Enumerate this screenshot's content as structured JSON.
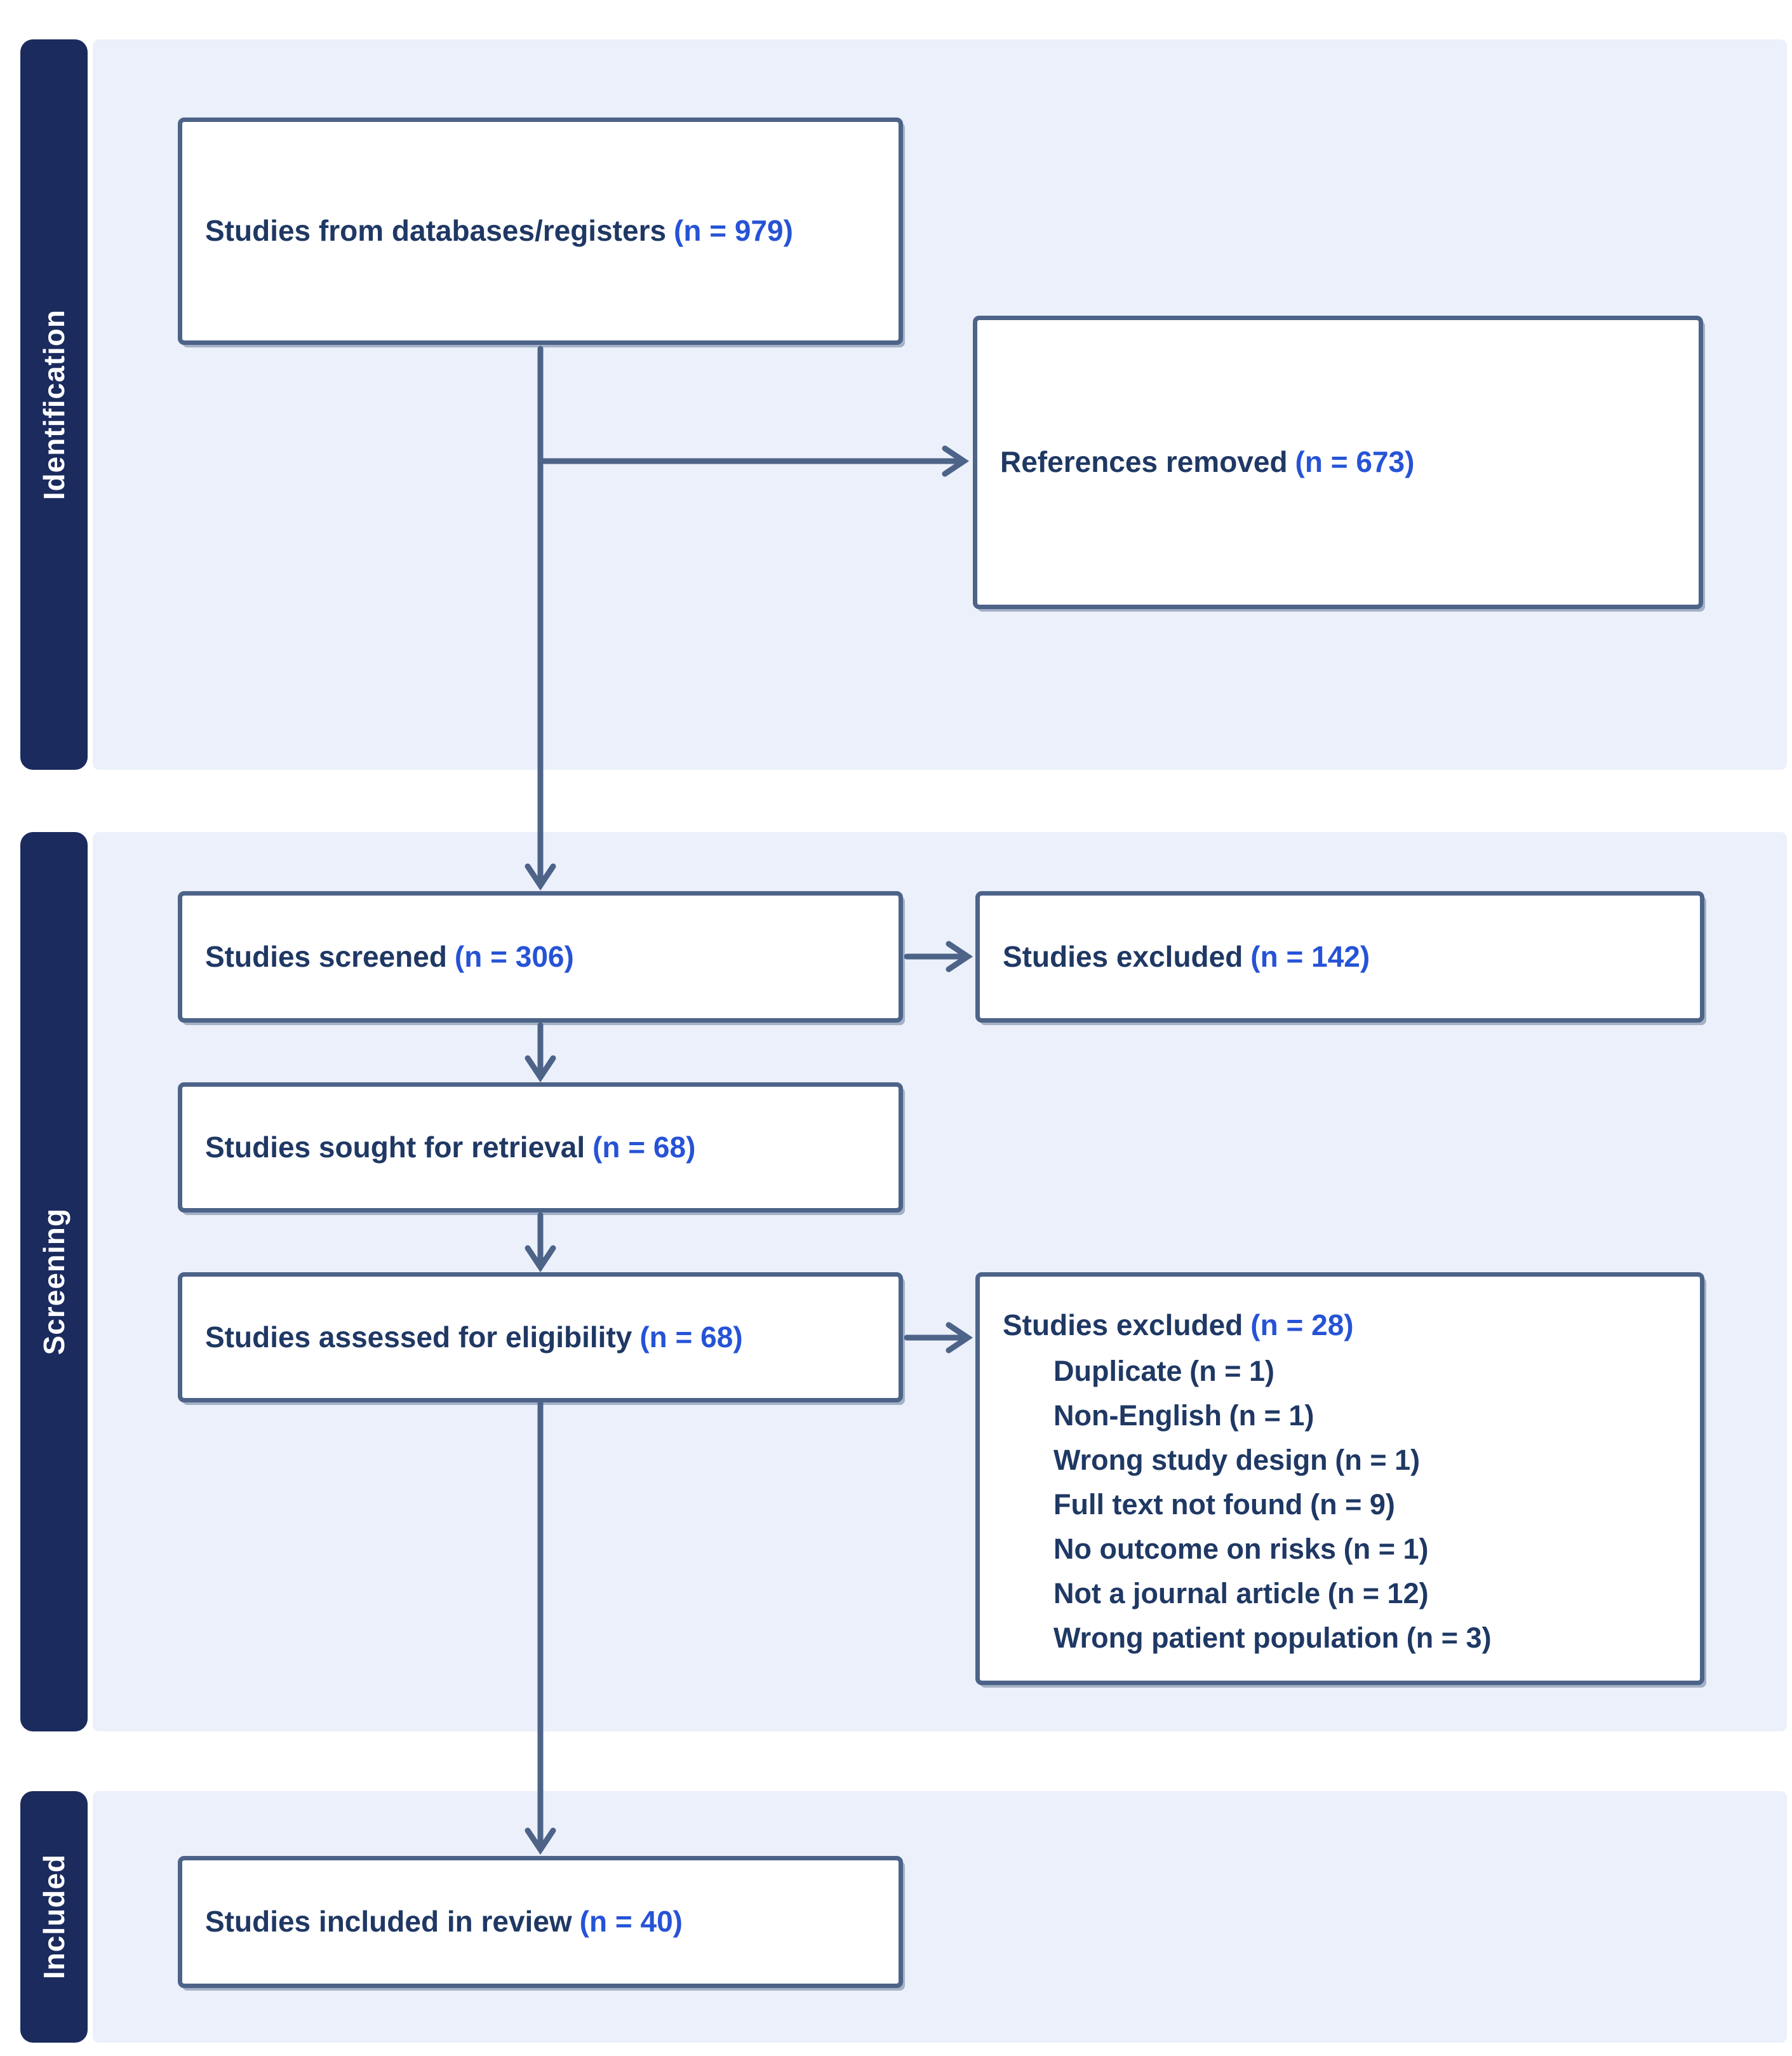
{
  "sections": [
    {
      "label": "Identification"
    },
    {
      "label": "Screening"
    },
    {
      "label": "Included"
    }
  ],
  "boxes": {
    "databases": {
      "label": "Studies from databases/registers",
      "count": "(n = 979)"
    },
    "references_removed": {
      "label": "References removed",
      "count": "(n = 673)"
    },
    "screened": {
      "label": "Studies screened",
      "count": "(n = 306)"
    },
    "excluded_screened": {
      "label": "Studies excluded",
      "count": "(n = 142)"
    },
    "sought": {
      "label": "Studies sought for retrieval",
      "count": "(n = 68)"
    },
    "assessed": {
      "label": "Studies assessed for eligibility",
      "count": "(n = 68)"
    },
    "excluded_assessed": {
      "label": "Studies excluded",
      "count": "(n = 28)",
      "reasons": [
        {
          "label": "Duplicate",
          "count": "(n = 1)"
        },
        {
          "label": "Non-English",
          "count": "(n = 1)"
        },
        {
          "label": "Wrong study design",
          "count": "(n = 1)"
        },
        {
          "label": "Full text not found",
          "count": "(n = 9)"
        },
        {
          "label": "No outcome on risks",
          "count": "(n = 1)"
        },
        {
          "label": "Not a journal article",
          "count": "(n = 12)"
        },
        {
          "label": "Wrong patient population",
          "count": "(n = 3)"
        }
      ]
    },
    "included": {
      "label": "Studies included in review",
      "count": "(n = 40)"
    }
  },
  "colors": {
    "sidebar_navy": "#1b2b5e",
    "panel_blue": "#ebf0fa",
    "box_border": "#4d6388",
    "arrow": "#4d6388",
    "text_navy": "#1f3864",
    "count_blue": "#2653d6"
  }
}
